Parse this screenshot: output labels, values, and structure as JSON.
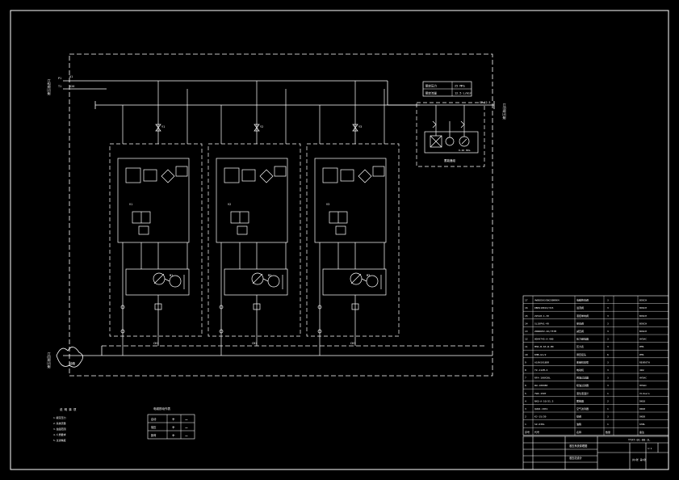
{
  "colors": {
    "background": "#000000",
    "line": "#ffffff",
    "text": "#ffffff",
    "accent": "#ffffff"
  },
  "left_labels": {
    "supply_top": "液压油进口",
    "supply_bottom": "液压油回口",
    "pressure_tag": "P1",
    "return_tag": "T1",
    "main_line": "A1",
    "main_line_b": "V26"
  },
  "right_labels": {
    "outlet": "液压油出口",
    "outlet_tag": "GP-12.5"
  },
  "spec_box": {
    "rows": [
      {
        "label": "额定压力",
        "value": "25 MPa"
      },
      {
        "label": "额定流量",
        "value": "12.5 L/min"
      }
    ]
  },
  "units": [
    {
      "id": "unit-1",
      "valve_tag": "Y1",
      "block_tag": "V1",
      "pump_tag": "M1",
      "cap": "CH1"
    },
    {
      "id": "unit-2",
      "valve_tag": "Y2",
      "block_tag": "V2",
      "pump_tag": "M2",
      "cap": "CH2"
    },
    {
      "id": "unit-3",
      "valve_tag": "Y3",
      "block_tag": "V3",
      "pump_tag": "M3",
      "cap": "CH3"
    }
  ],
  "accumulator_box": {
    "label": "蓄能器组",
    "gauge": "0-40 MPa"
  },
  "tank_label": "油箱",
  "legend": {
    "title": "说 明 事 项",
    "lines": [
      "1.额定压力",
      "2.系统流量",
      "3.油温范围",
      "4.介质要求",
      "5.过滤精度"
    ]
  },
  "logic_table": {
    "title": "电磁铁动作表",
    "rows": [
      {
        "name": "启动",
        "a": "+",
        "b": "−"
      },
      {
        "name": "保压",
        "a": "+",
        "b": "−"
      },
      {
        "name": "卸荷",
        "a": "+",
        "b": "−"
      }
    ]
  },
  "parts_list": {
    "rows": [
      {
        "no": "17",
        "code": "4WE6E6X/EW230N9K4",
        "name": "电磁换向阀",
        "qty": "3",
        "note": "BOSCH"
      },
      {
        "no": "16",
        "code": "DBDS10K1X/315",
        "name": "溢流阀",
        "qty": "3",
        "note": "BOSCH"
      },
      {
        "no": "15",
        "code": "Z2S10-1-3X",
        "name": "液控单向阀",
        "qty": "3",
        "note": "BOSCH"
      },
      {
        "no": "14",
        "code": "SL10PA1-4X",
        "name": "单向阀",
        "qty": "3",
        "note": "BOSCH"
      },
      {
        "no": "13",
        "code": "ZDR6DP2-4X/75YM",
        "name": "减压阀",
        "qty": "3",
        "note": "BOSCH"
      },
      {
        "no": "12",
        "code": "HDA4745-A-400",
        "name": "压力继电器",
        "qty": "3",
        "note": "HYDAC"
      },
      {
        "no": "11",
        "code": "MHA-B-63-W-PN",
        "name": "压力表",
        "qty": "3",
        "note": "PMS"
      },
      {
        "no": "10",
        "code": "KHB-G1/2",
        "name": "测压接头",
        "qty": "6",
        "note": "PMS"
      },
      {
        "no": "9",
        "code": "A10VSO18DR",
        "name": "变量柱塞泵",
        "qty": "3",
        "note": "REXROTH"
      },
      {
        "no": "8",
        "code": "Y2-112M-4",
        "name": "电动机",
        "qty": "3",
        "note": "4kW"
      },
      {
        "no": "7",
        "code": "RFA-100X20L",
        "name": "回油过滤器",
        "qty": "3",
        "note": "HYDAC"
      },
      {
        "no": "6",
        "code": "WU-100X80",
        "name": "吸油过滤器",
        "qty": "3",
        "note": "HYDAC"
      },
      {
        "no": "5",
        "code": "YWZ-150T",
        "name": "液位液温计",
        "qty": "1",
        "note": "Vickers"
      },
      {
        "no": "4",
        "code": "NXQ-A-10/31.5",
        "name": "蓄能器",
        "qty": "2",
        "note": "DN10"
      },
      {
        "no": "3",
        "code": "QUQ2-10X1",
        "name": "空气滤清器",
        "qty": "1",
        "note": "DN10"
      },
      {
        "no": "2",
        "code": "KJ-15/20",
        "name": "球阀",
        "qty": "3",
        "note": "DN20"
      },
      {
        "no": "1",
        "code": "SZ-630L",
        "name": "油箱",
        "qty": "1",
        "note": "630L"
      }
    ],
    "header": {
      "no": "序号",
      "code": "代号",
      "name": "名称",
      "qty": "数量",
      "note": "备注"
    }
  },
  "title_block": {
    "drawing_no": "YYXT-01-00-1L",
    "title": "液压系统原理图",
    "company": "液压站设计",
    "scale": "1:1",
    "sheet": "共1张 第1张"
  }
}
